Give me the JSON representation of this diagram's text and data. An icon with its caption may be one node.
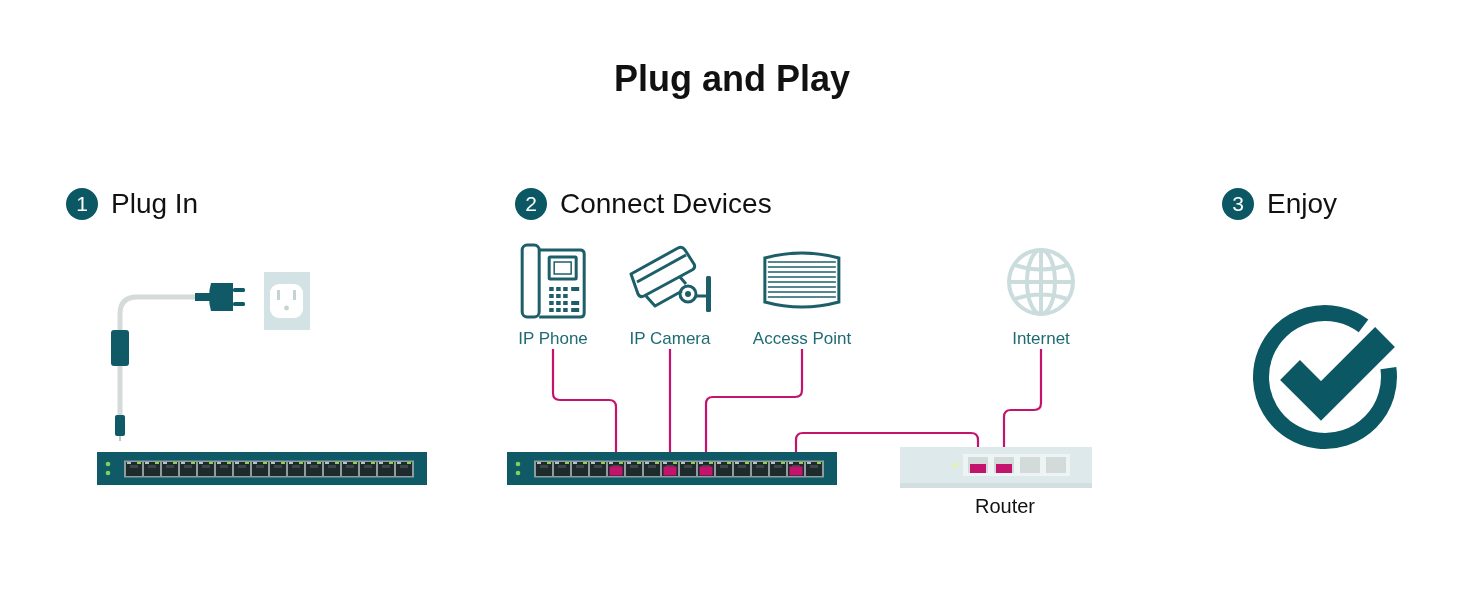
{
  "diagram": {
    "title": "Plug and Play",
    "nodes": [
      {
        "text": [
          "1"
        ],
        "beside": [
          "Plug In"
        ]
      },
      {
        "text": [
          "2"
        ],
        "beside": [
          "Connect Devices"
        ]
      },
      {
        "text": [
          "3"
        ],
        "beside": [
          "Enjoy"
        ]
      },
      {
        "text": [
          "IP Phone"
        ]
      },
      {
        "text": [
          "IP Camera"
        ]
      },
      {
        "text": [
          "Access Point"
        ]
      },
      {
        "text": [
          "Internet"
        ]
      },
      {
        "text": [],
        "shape": "picture"
      },
      {
        "text": [
          "Router"
        ]
      }
    ],
    "edges": [
      {
        "from": 3,
        "to": 7,
        "arrow": "none"
      },
      {
        "from": 4,
        "to": 7,
        "arrow": "none"
      },
      {
        "from": 5,
        "to": 7,
        "arrow": "none"
      },
      {
        "from": 7,
        "to": 8,
        "arrow": "none"
      },
      {
        "from": 6,
        "to": 8,
        "arrow": "none"
      }
    ]
  }
}
